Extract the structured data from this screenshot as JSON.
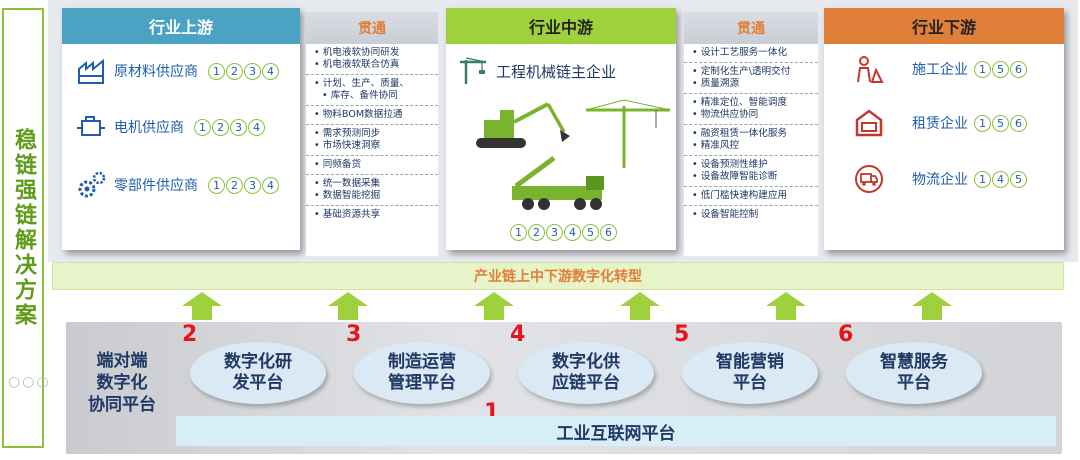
{
  "side_title": "稳链强链解决方案",
  "upstream": {
    "title": "行业上游",
    "rows": [
      {
        "label": "原材料供应商",
        "nums": [
          "1",
          "2",
          "3",
          "4"
        ]
      },
      {
        "label": "电机供应商",
        "nums": [
          "1",
          "2",
          "3",
          "4"
        ]
      },
      {
        "label": "零部件供应商",
        "nums": [
          "1",
          "2",
          "3",
          "4"
        ]
      }
    ]
  },
  "connector_left": {
    "title": "贯通",
    "items": [
      [
        "机电液软协同研发",
        "机电液软联合仿真"
      ],
      [
        "计划、生产、质量、",
        "库存、备件协同"
      ],
      [
        "物料BOM数据拉通"
      ],
      [
        "需求预测同步",
        "市场快速洞察"
      ],
      [
        "同频备货"
      ],
      [
        "统一数据采集",
        "数据智能挖掘"
      ],
      [
        "基础资源共享"
      ]
    ]
  },
  "midstream": {
    "title": "行业中游",
    "label": "工程机械链主企业",
    "nums": [
      "1",
      "2",
      "3",
      "4",
      "5",
      "6"
    ]
  },
  "connector_right": {
    "title": "贯通",
    "items": [
      [
        "设计工艺服务一体化"
      ],
      [
        "定制化生产\\透明交付",
        "质量溯源"
      ],
      [
        "精准定位、智能调度",
        "物流供应协同"
      ],
      [
        "融资租赁一体化服务",
        "精准风控"
      ],
      [
        "设备预测性维护",
        "设备故障智能诊断"
      ],
      [
        "低门槛快速构建应用"
      ],
      [
        "设备智能控制"
      ]
    ]
  },
  "downstream": {
    "title": "行业下游",
    "rows": [
      {
        "label": "施工企业",
        "nums": [
          "1",
          "5",
          "6"
        ]
      },
      {
        "label": "租赁企业",
        "nums": [
          "1",
          "5",
          "6"
        ]
      },
      {
        "label": "物流企业",
        "nums": [
          "1",
          "4",
          "5"
        ]
      }
    ]
  },
  "band": "产业链上中下游数字化转型",
  "e2e": [
    "端对端",
    "数字化",
    "协同平台"
  ],
  "platforms": [
    {
      "num": "2",
      "name": [
        "数字化研",
        "发平台"
      ]
    },
    {
      "num": "3",
      "name": [
        "制造运营",
        "管理平台"
      ]
    },
    {
      "num": "4",
      "name": [
        "数字化供",
        "应链平台"
      ]
    },
    {
      "num": "5",
      "name": [
        "智能营销",
        "平台"
      ]
    },
    {
      "num": "6",
      "name": [
        "智慧服务",
        "平台"
      ]
    }
  ],
  "iot": {
    "num": "1",
    "label": "工业互联网平台"
  },
  "colors": {
    "blue_header": "#4aa3c3",
    "green_header": "#9fd13c",
    "orange_header": "#e07f3a",
    "arrow": "#9fd13c",
    "number_red": "#e8141b"
  }
}
